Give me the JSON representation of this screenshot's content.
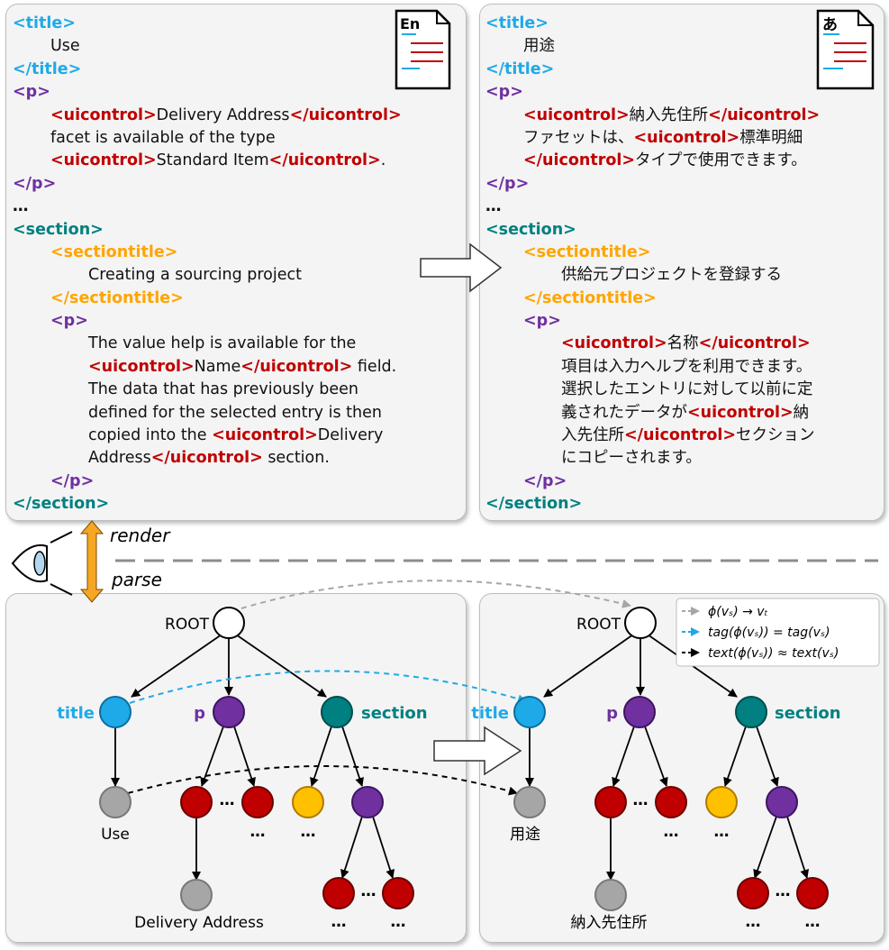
{
  "source_doc": {
    "lang_badge": "En",
    "lines": [
      {
        "indent": 0,
        "segments": [
          {
            "text": "<title>",
            "kind": "title"
          }
        ]
      },
      {
        "indent": 1,
        "segments": [
          {
            "text": "Use",
            "kind": "text"
          }
        ]
      },
      {
        "indent": 0,
        "segments": [
          {
            "text": "</title>",
            "kind": "title"
          }
        ]
      },
      {
        "indent": 0,
        "segments": [
          {
            "text": "<p>",
            "kind": "p"
          }
        ]
      },
      {
        "indent": 1,
        "segments": [
          {
            "text": "<uicontrol>",
            "kind": "ui"
          },
          {
            "text": "Delivery Address",
            "kind": "text"
          },
          {
            "text": "</uicontrol>",
            "kind": "ui"
          }
        ]
      },
      {
        "indent": 1,
        "segments": [
          {
            "text": "facet is available of the type",
            "kind": "text"
          }
        ]
      },
      {
        "indent": 1,
        "segments": [
          {
            "text": "<uicontrol>",
            "kind": "ui"
          },
          {
            "text": "Standard Item",
            "kind": "text"
          },
          {
            "text": "</uicontrol>",
            "kind": "ui"
          },
          {
            "text": ".",
            "kind": "text"
          }
        ]
      },
      {
        "indent": 0,
        "segments": [
          {
            "text": "</p>",
            "kind": "p"
          }
        ]
      },
      {
        "indent": 0,
        "segments": [
          {
            "text": "…",
            "kind": "ellipsis"
          }
        ]
      },
      {
        "indent": 0,
        "segments": [
          {
            "text": "<section>",
            "kind": "section"
          }
        ]
      },
      {
        "indent": 1,
        "segments": [
          {
            "text": "<sectiontitle>",
            "kind": "sectiontitle"
          }
        ]
      },
      {
        "indent": 2,
        "segments": [
          {
            "text": "Creating a sourcing project",
            "kind": "text"
          }
        ]
      },
      {
        "indent": 1,
        "segments": [
          {
            "text": "</sectiontitle>",
            "kind": "sectiontitle"
          }
        ]
      },
      {
        "indent": 1,
        "segments": [
          {
            "text": "<p>",
            "kind": "p"
          }
        ]
      },
      {
        "indent": 2,
        "segments": [
          {
            "text": "The value help is available for the",
            "kind": "text"
          }
        ]
      },
      {
        "indent": 2,
        "segments": [
          {
            "text": "<uicontrol>",
            "kind": "ui"
          },
          {
            "text": "Name",
            "kind": "text"
          },
          {
            "text": "</uicontrol>",
            "kind": "ui"
          },
          {
            "text": " field.",
            "kind": "text"
          }
        ]
      },
      {
        "indent": 2,
        "segments": [
          {
            "text": "The data that has previously been",
            "kind": "text"
          }
        ]
      },
      {
        "indent": 2,
        "segments": [
          {
            "text": "defined for the selected entry is then",
            "kind": "text"
          }
        ]
      },
      {
        "indent": 2,
        "segments": [
          {
            "text": "copied into the ",
            "kind": "text"
          },
          {
            "text": "<uicontrol>",
            "kind": "ui"
          },
          {
            "text": "Delivery",
            "kind": "text"
          }
        ]
      },
      {
        "indent": 2,
        "segments": [
          {
            "text": "Address",
            "kind": "text"
          },
          {
            "text": "</uicontrol>",
            "kind": "ui"
          },
          {
            "text": " section.",
            "kind": "text"
          }
        ]
      },
      {
        "indent": 1,
        "segments": [
          {
            "text": "</p>",
            "kind": "p"
          }
        ]
      },
      {
        "indent": 0,
        "segments": [
          {
            "text": "</section>",
            "kind": "section"
          }
        ]
      }
    ]
  },
  "target_doc": {
    "lang_badge": "あ",
    "lines": [
      {
        "indent": 0,
        "segments": [
          {
            "text": "<title>",
            "kind": "title"
          }
        ]
      },
      {
        "indent": 1,
        "segments": [
          {
            "text": "用途",
            "kind": "text"
          }
        ]
      },
      {
        "indent": 0,
        "segments": [
          {
            "text": "</title>",
            "kind": "title"
          }
        ]
      },
      {
        "indent": 0,
        "segments": [
          {
            "text": "<p>",
            "kind": "p"
          }
        ]
      },
      {
        "indent": 1,
        "segments": [
          {
            "text": "<uicontrol>",
            "kind": "ui"
          },
          {
            "text": "納入先住所",
            "kind": "text"
          },
          {
            "text": "</uicontrol>",
            "kind": "ui"
          }
        ]
      },
      {
        "indent": 1,
        "segments": [
          {
            "text": "ファセットは、",
            "kind": "text"
          },
          {
            "text": "<uicontrol>",
            "kind": "ui"
          },
          {
            "text": "標準明細",
            "kind": "text"
          }
        ]
      },
      {
        "indent": 1,
        "segments": [
          {
            "text": "</uicontrol>",
            "kind": "ui"
          },
          {
            "text": "タイプで使用できます。",
            "kind": "text"
          }
        ]
      },
      {
        "indent": 0,
        "segments": [
          {
            "text": "</p>",
            "kind": "p"
          }
        ]
      },
      {
        "indent": 0,
        "segments": [
          {
            "text": "…",
            "kind": "ellipsis"
          }
        ]
      },
      {
        "indent": 0,
        "segments": [
          {
            "text": "<section>",
            "kind": "section"
          }
        ]
      },
      {
        "indent": 1,
        "segments": [
          {
            "text": "<sectiontitle>",
            "kind": "sectiontitle"
          }
        ]
      },
      {
        "indent": 2,
        "segments": [
          {
            "text": "供給元プロジェクトを登録する",
            "kind": "text"
          }
        ]
      },
      {
        "indent": 1,
        "segments": [
          {
            "text": "</sectiontitle>",
            "kind": "sectiontitle"
          }
        ]
      },
      {
        "indent": 1,
        "segments": [
          {
            "text": "<p>",
            "kind": "p"
          }
        ]
      },
      {
        "indent": 2,
        "segments": [
          {
            "text": "<uicontrol>",
            "kind": "ui"
          },
          {
            "text": "名称",
            "kind": "text"
          },
          {
            "text": "</uicontrol>",
            "kind": "ui"
          }
        ]
      },
      {
        "indent": 2,
        "segments": [
          {
            "text": "項目は入力ヘルプを利用できます。",
            "kind": "text"
          }
        ]
      },
      {
        "indent": 2,
        "segments": [
          {
            "text": "選択したエントリに対して以前に定",
            "kind": "text"
          }
        ]
      },
      {
        "indent": 2,
        "segments": [
          {
            "text": "義されたデータが",
            "kind": "text"
          },
          {
            "text": "<uicontrol>",
            "kind": "ui"
          },
          {
            "text": "納",
            "kind": "text"
          }
        ]
      },
      {
        "indent": 2,
        "segments": [
          {
            "text": "入先住所",
            "kind": "text"
          },
          {
            "text": "</uicontrol>",
            "kind": "ui"
          },
          {
            "text": "セクション",
            "kind": "text"
          }
        ]
      },
      {
        "indent": 2,
        "segments": [
          {
            "text": "にコピーされます。",
            "kind": "text"
          }
        ]
      },
      {
        "indent": 1,
        "segments": [
          {
            "text": "</p>",
            "kind": "p"
          }
        ]
      },
      {
        "indent": 0,
        "segments": [
          {
            "text": "</section>",
            "kind": "section"
          }
        ]
      }
    ]
  },
  "render_label": "render",
  "parse_label": "parse",
  "source_tree": {
    "root": "ROOT",
    "title": "title",
    "p": "p",
    "section": "section",
    "leaf_use": "Use",
    "leaf_delivery": "Delivery Address",
    "ellipsis": "…"
  },
  "target_tree": {
    "root": "ROOT",
    "title": "title",
    "p": "p",
    "section": "section",
    "leaf_use": "用途",
    "leaf_delivery": "納入先住所",
    "ellipsis": "…"
  },
  "legend": [
    {
      "text": "ϕ(vₛ) → vₜ",
      "style": "gray"
    },
    {
      "text": "tag(ϕ(vₛ)) = tag(vₛ)",
      "style": "blue"
    },
    {
      "text": "text(ϕ(vₛ)) ≈ text(vₛ)",
      "style": "black"
    }
  ],
  "colors": {
    "title": "#1eaae8",
    "p": "#7030a0",
    "uicontrol": "#c00000",
    "section": "#008080",
    "sectiontitle": "#ffa500",
    "text_leaf": "#a6a6a6",
    "orange_arrow": "#f5a623"
  }
}
